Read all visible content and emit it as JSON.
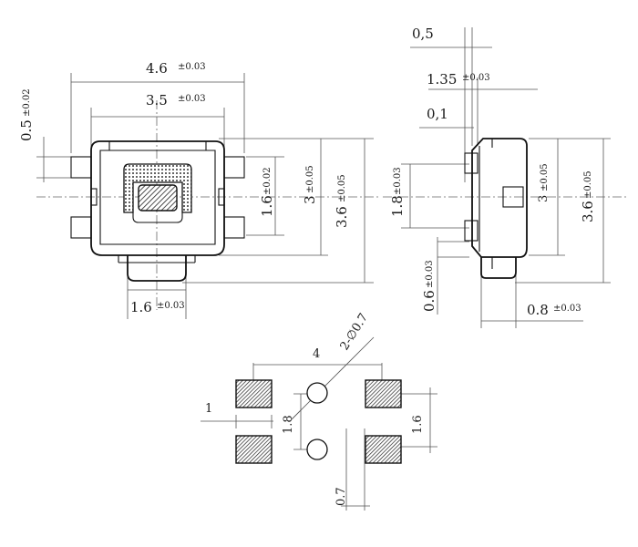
{
  "front_view": {
    "dim_overall_width": "4.6",
    "dim_overall_width_tol": "±0.03",
    "dim_body_width": "3.5",
    "dim_body_width_tol": "±0.03",
    "dim_terminal_width": "0.5",
    "dim_terminal_width_tol": "±0.02",
    "dim_terminal_pitch": "1.6",
    "dim_terminal_pitch_tol": "±0.02",
    "dim_body_height": "3",
    "dim_body_height_tol": "±0.05",
    "dim_overall_height": "3.6",
    "dim_overall_height_tol": "±0.05",
    "dim_actuator_width": "1.6",
    "dim_actuator_width_tol": "±0.03"
  },
  "side_view": {
    "dim_top": "0,5",
    "dim_thickness": "1.35",
    "dim_thickness_tol": "±0.03",
    "dim_small": "0,1",
    "dim_pitch": "1.8",
    "dim_pitch_tol": "±0.03",
    "dim_body_height": "3",
    "dim_body_height_tol": "±0.05",
    "dim_overall_height": "3.6",
    "dim_overall_height_tol": "±0.05",
    "dim_stem": "0.6",
    "dim_stem_tol": "±0.03",
    "dim_depth": "0.8",
    "dim_depth_tol": "±0.03"
  },
  "footprint": {
    "dim_pad_spacing": "4",
    "dim_holes": "2-∅0.7",
    "dim_pad_width": "1",
    "dim_hole_pitch": "1.8",
    "dim_pad_pitch": "1.6",
    "dim_pad_height": "0.7"
  }
}
